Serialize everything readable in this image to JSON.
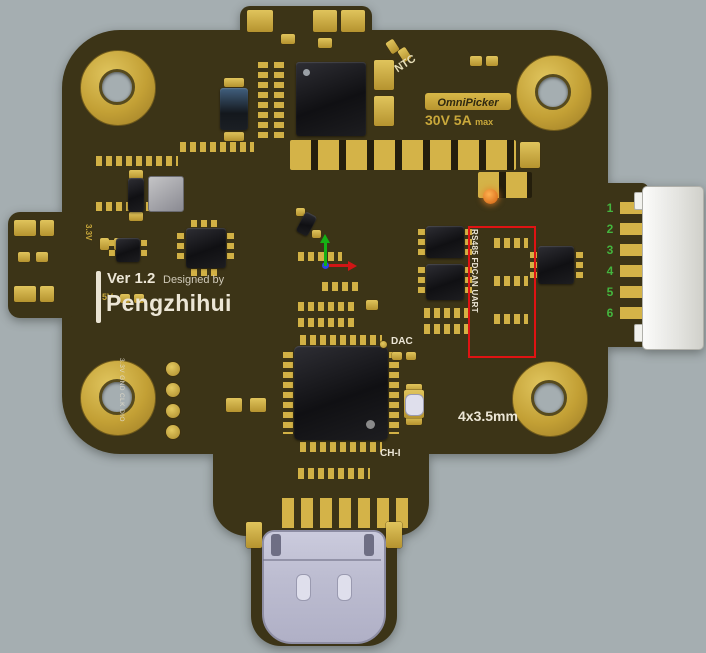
{
  "appearance": {
    "background_color": "#a5aeb1",
    "board_color": "#3c3417",
    "gold_color": "#c9a83b",
    "silkscreen_color": "#ece6d6",
    "highlight_box_color": "#e01313",
    "pin_number_color": "#44b53e",
    "led_color": "#e07820",
    "usb_shell_color": "#bdbdd1",
    "connector_color": "#f0f0ec"
  },
  "badges": {
    "omnipicker": "OmniPicker",
    "rating": "30V 5A",
    "rating_max": "max"
  },
  "silkscreen": {
    "version": "Ver 1.2",
    "designed_by": "Designed by",
    "author": "Pengzhihui",
    "v33": "3.3V",
    "v5": "5V",
    "ntc": "NTC",
    "dac": "DAC",
    "ch1": "CH-I",
    "hole_size": "4x3.5mm",
    "debug_pins": "3.3V GND CLK DIO",
    "interfaces": "RS485 FDCAN UART"
  },
  "connector": {
    "pin_numbers": [
      "1",
      "2",
      "3",
      "4",
      "5",
      "6"
    ]
  }
}
